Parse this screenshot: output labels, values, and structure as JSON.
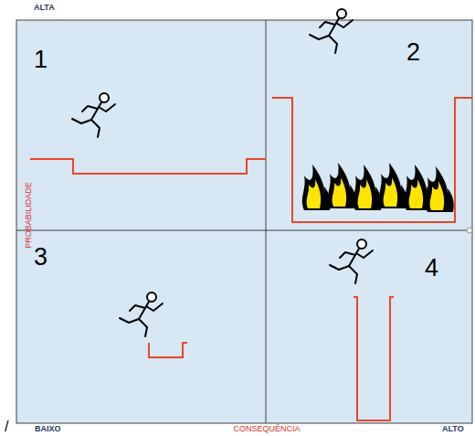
{
  "diagram": {
    "nodes": [
      {
        "text": [
          "1"
        ]
      },
      {
        "text": [
          "2"
        ]
      },
      {
        "text": [
          "3"
        ]
      },
      {
        "text": [
          "4"
        ]
      }
    ],
    "labels": [
      "ALTA",
      "PROBABILIDADE",
      "BAIXO",
      "CONSEQUÊNCIA",
      "ALTO",
      "/"
    ]
  }
}
